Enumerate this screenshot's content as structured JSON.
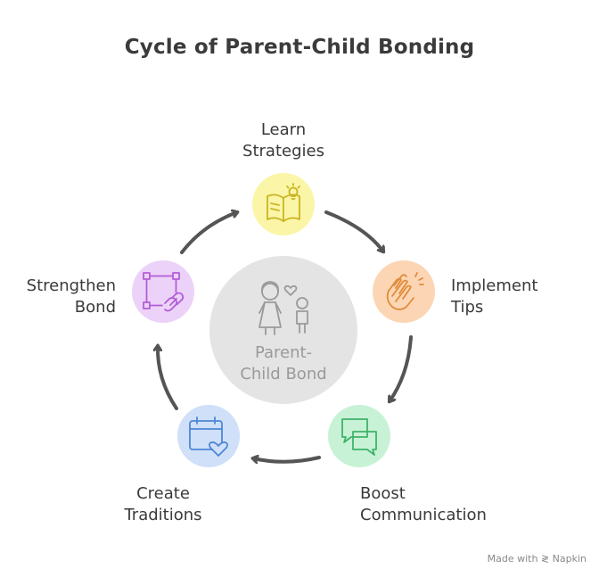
{
  "title": "Cycle of Parent-Child Bonding",
  "center": {
    "line1": "Parent-",
    "line2": "Child Bond",
    "icon": "parent-child-icon"
  },
  "steps": [
    {
      "line1": "Learn",
      "line2": "Strategies",
      "icon": "book-lightbulb-icon",
      "color": "#fbf5a8",
      "stroke": "#c9b520"
    },
    {
      "line1": "Implement",
      "line2": "Tips",
      "icon": "clapping-hands-icon",
      "color": "#fcd6b4",
      "stroke": "#e08b3a"
    },
    {
      "line1": "Boost",
      "line2": "Communication",
      "icon": "chat-bubbles-icon",
      "color": "#c8f2d6",
      "stroke": "#3fb36a"
    },
    {
      "line1": "Create",
      "line2": "Traditions",
      "icon": "calendar-heart-icon",
      "color": "#cfe0f8",
      "stroke": "#4f86d6"
    },
    {
      "line1": "Strengthen",
      "line2": "Bond",
      "icon": "link-square-icon",
      "color": "#ecd2f8",
      "stroke": "#b35ed6"
    }
  ],
  "footer": "Made with ≷ Napkin"
}
